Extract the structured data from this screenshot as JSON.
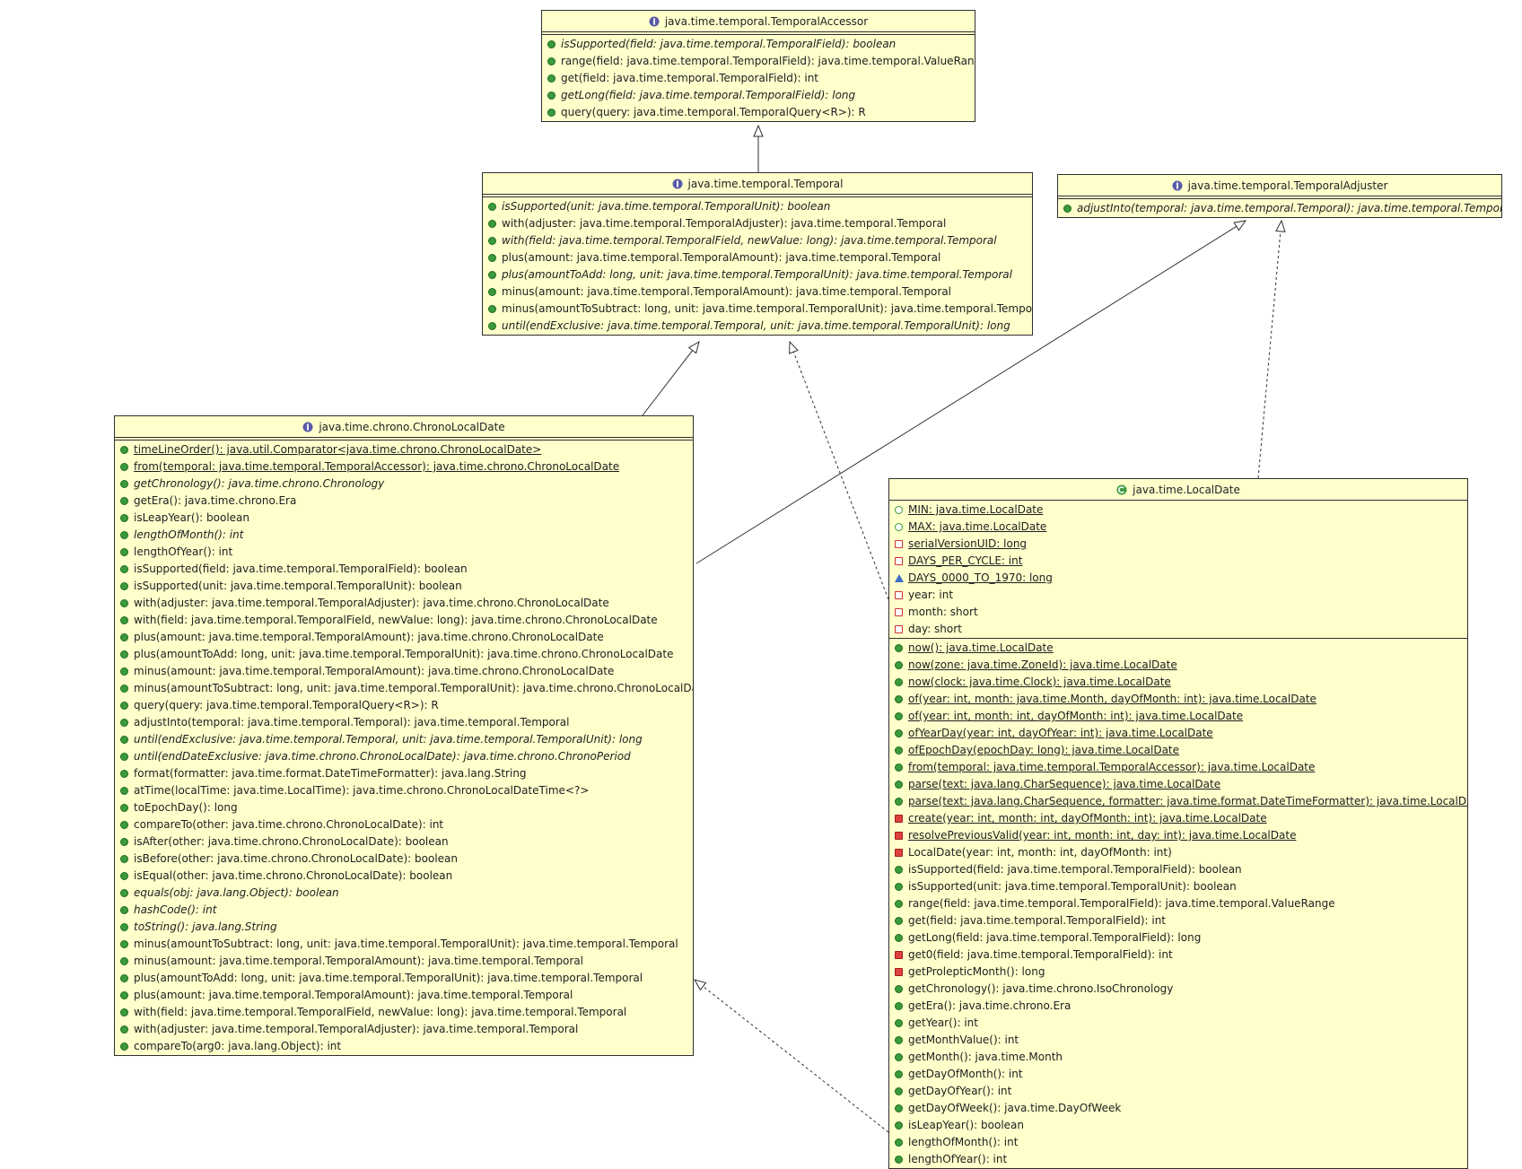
{
  "diagram": {
    "classes": [
      {
        "id": "temporal-accessor",
        "kind": "interface",
        "icon": "interface-icon",
        "name": "java.time.temporal.TemporalAccessor",
        "fields": [],
        "methods": [
          {
            "text": "isSupported(field: java.time.temporal.TemporalField): boolean",
            "vis": "public",
            "abstract": true,
            "static": false
          },
          {
            "text": "range(field: java.time.temporal.TemporalField): java.time.temporal.ValueRange",
            "vis": "public",
            "abstract": false,
            "static": false
          },
          {
            "text": "get(field: java.time.temporal.TemporalField): int",
            "vis": "public",
            "abstract": false,
            "static": false
          },
          {
            "text": "getLong(field: java.time.temporal.TemporalField): long",
            "vis": "public",
            "abstract": true,
            "static": false
          },
          {
            "text": "query(query: java.time.temporal.TemporalQuery<R>): R",
            "vis": "public",
            "abstract": false,
            "static": false
          }
        ]
      },
      {
        "id": "temporal",
        "kind": "interface",
        "icon": "interface-icon",
        "name": "java.time.temporal.Temporal",
        "fields": [],
        "methods": [
          {
            "text": "isSupported(unit: java.time.temporal.TemporalUnit): boolean",
            "vis": "public",
            "abstract": true,
            "static": false
          },
          {
            "text": "with(adjuster: java.time.temporal.TemporalAdjuster): java.time.temporal.Temporal",
            "vis": "public",
            "abstract": false,
            "static": false
          },
          {
            "text": "with(field: java.time.temporal.TemporalField, newValue: long): java.time.temporal.Temporal",
            "vis": "public",
            "abstract": true,
            "static": false
          },
          {
            "text": "plus(amount: java.time.temporal.TemporalAmount): java.time.temporal.Temporal",
            "vis": "public",
            "abstract": false,
            "static": false
          },
          {
            "text": "plus(amountToAdd: long, unit: java.time.temporal.TemporalUnit): java.time.temporal.Temporal",
            "vis": "public",
            "abstract": true,
            "static": false
          },
          {
            "text": "minus(amount: java.time.temporal.TemporalAmount): java.time.temporal.Temporal",
            "vis": "public",
            "abstract": false,
            "static": false
          },
          {
            "text": "minus(amountToSubtract: long, unit: java.time.temporal.TemporalUnit): java.time.temporal.Temporal",
            "vis": "public",
            "abstract": false,
            "static": false
          },
          {
            "text": "until(endExclusive: java.time.temporal.Temporal, unit: java.time.temporal.TemporalUnit): long",
            "vis": "public",
            "abstract": true,
            "static": false
          }
        ]
      },
      {
        "id": "temporal-adjuster",
        "kind": "interface",
        "icon": "interface-icon",
        "name": "java.time.temporal.TemporalAdjuster",
        "fields": [],
        "methods": [
          {
            "text": "adjustInto(temporal: java.time.temporal.Temporal): java.time.temporal.Temporal",
            "vis": "public",
            "abstract": true,
            "static": false
          }
        ]
      },
      {
        "id": "chrono-local-date",
        "kind": "interface",
        "icon": "interface-icon",
        "name": "java.time.chrono.ChronoLocalDate",
        "fields": [],
        "methods": [
          {
            "text": "timeLineOrder(): java.util.Comparator<java.time.chrono.ChronoLocalDate>",
            "vis": "public",
            "abstract": false,
            "static": true
          },
          {
            "text": "from(temporal: java.time.temporal.TemporalAccessor): java.time.chrono.ChronoLocalDate",
            "vis": "public",
            "abstract": false,
            "static": true
          },
          {
            "text": "getChronology(): java.time.chrono.Chronology",
            "vis": "public",
            "abstract": true,
            "static": false
          },
          {
            "text": "getEra(): java.time.chrono.Era",
            "vis": "public",
            "abstract": false,
            "static": false
          },
          {
            "text": "isLeapYear(): boolean",
            "vis": "public",
            "abstract": false,
            "static": false
          },
          {
            "text": "lengthOfMonth(): int",
            "vis": "public",
            "abstract": true,
            "static": false
          },
          {
            "text": "lengthOfYear(): int",
            "vis": "public",
            "abstract": false,
            "static": false
          },
          {
            "text": "isSupported(field: java.time.temporal.TemporalField): boolean",
            "vis": "public",
            "abstract": false,
            "static": false
          },
          {
            "text": "isSupported(unit: java.time.temporal.TemporalUnit): boolean",
            "vis": "public",
            "abstract": false,
            "static": false
          },
          {
            "text": "with(adjuster: java.time.temporal.TemporalAdjuster): java.time.chrono.ChronoLocalDate",
            "vis": "public",
            "abstract": false,
            "static": false
          },
          {
            "text": "with(field: java.time.temporal.TemporalField, newValue: long): java.time.chrono.ChronoLocalDate",
            "vis": "public",
            "abstract": false,
            "static": false
          },
          {
            "text": "plus(amount: java.time.temporal.TemporalAmount): java.time.chrono.ChronoLocalDate",
            "vis": "public",
            "abstract": false,
            "static": false
          },
          {
            "text": "plus(amountToAdd: long, unit: java.time.temporal.TemporalUnit): java.time.chrono.ChronoLocalDate",
            "vis": "public",
            "abstract": false,
            "static": false
          },
          {
            "text": "minus(amount: java.time.temporal.TemporalAmount): java.time.chrono.ChronoLocalDate",
            "vis": "public",
            "abstract": false,
            "static": false
          },
          {
            "text": "minus(amountToSubtract: long, unit: java.time.temporal.TemporalUnit): java.time.chrono.ChronoLocalDate",
            "vis": "public",
            "abstract": false,
            "static": false
          },
          {
            "text": "query(query: java.time.temporal.TemporalQuery<R>): R",
            "vis": "public",
            "abstract": false,
            "static": false
          },
          {
            "text": "adjustInto(temporal: java.time.temporal.Temporal): java.time.temporal.Temporal",
            "vis": "public",
            "abstract": false,
            "static": false
          },
          {
            "text": "until(endExclusive: java.time.temporal.Temporal, unit: java.time.temporal.TemporalUnit): long",
            "vis": "public",
            "abstract": true,
            "static": false
          },
          {
            "text": "until(endDateExclusive: java.time.chrono.ChronoLocalDate): java.time.chrono.ChronoPeriod",
            "vis": "public",
            "abstract": true,
            "static": false
          },
          {
            "text": "format(formatter: java.time.format.DateTimeFormatter): java.lang.String",
            "vis": "public",
            "abstract": false,
            "static": false
          },
          {
            "text": "atTime(localTime: java.time.LocalTime): java.time.chrono.ChronoLocalDateTime<?>",
            "vis": "public",
            "abstract": false,
            "static": false
          },
          {
            "text": "toEpochDay(): long",
            "vis": "public",
            "abstract": false,
            "static": false
          },
          {
            "text": "compareTo(other: java.time.chrono.ChronoLocalDate): int",
            "vis": "public",
            "abstract": false,
            "static": false
          },
          {
            "text": "isAfter(other: java.time.chrono.ChronoLocalDate): boolean",
            "vis": "public",
            "abstract": false,
            "static": false
          },
          {
            "text": "isBefore(other: java.time.chrono.ChronoLocalDate): boolean",
            "vis": "public",
            "abstract": false,
            "static": false
          },
          {
            "text": "isEqual(other: java.time.chrono.ChronoLocalDate): boolean",
            "vis": "public",
            "abstract": false,
            "static": false
          },
          {
            "text": "equals(obj: java.lang.Object): boolean",
            "vis": "public",
            "abstract": true,
            "static": false
          },
          {
            "text": "hashCode(): int",
            "vis": "public",
            "abstract": true,
            "static": false
          },
          {
            "text": "toString(): java.lang.String",
            "vis": "public",
            "abstract": true,
            "static": false
          },
          {
            "text": "minus(amountToSubtract: long, unit: java.time.temporal.TemporalUnit): java.time.temporal.Temporal",
            "vis": "public",
            "abstract": false,
            "static": false
          },
          {
            "text": "minus(amount: java.time.temporal.TemporalAmount): java.time.temporal.Temporal",
            "vis": "public",
            "abstract": false,
            "static": false
          },
          {
            "text": "plus(amountToAdd: long, unit: java.time.temporal.TemporalUnit): java.time.temporal.Temporal",
            "vis": "public",
            "abstract": false,
            "static": false
          },
          {
            "text": "plus(amount: java.time.temporal.TemporalAmount): java.time.temporal.Temporal",
            "vis": "public",
            "abstract": false,
            "static": false
          },
          {
            "text": "with(field: java.time.temporal.TemporalField, newValue: long): java.time.temporal.Temporal",
            "vis": "public",
            "abstract": false,
            "static": false
          },
          {
            "text": "with(adjuster: java.time.temporal.TemporalAdjuster): java.time.temporal.Temporal",
            "vis": "public",
            "abstract": false,
            "static": false
          },
          {
            "text": "compareTo(arg0: java.lang.Object): int",
            "vis": "public",
            "abstract": false,
            "static": false
          }
        ]
      },
      {
        "id": "local-date",
        "kind": "class",
        "icon": "class-icon",
        "name": "java.time.LocalDate",
        "fields": [
          {
            "text": "MIN: java.time.LocalDate",
            "vis": "public-field",
            "static": true
          },
          {
            "text": "MAX: java.time.LocalDate",
            "vis": "public-field",
            "static": true
          },
          {
            "text": "serialVersionUID: long",
            "vis": "private",
            "static": true
          },
          {
            "text": "DAYS_PER_CYCLE: int",
            "vis": "private",
            "static": true
          },
          {
            "text": "DAYS_0000_TO_1970: long",
            "vis": "package",
            "static": true
          },
          {
            "text": "year: int",
            "vis": "private",
            "static": false
          },
          {
            "text": "month: short",
            "vis": "private",
            "static": false
          },
          {
            "text": "day: short",
            "vis": "private",
            "static": false
          }
        ],
        "methods": [
          {
            "text": "now(): java.time.LocalDate",
            "vis": "public",
            "abstract": false,
            "static": true
          },
          {
            "text": "now(zone: java.time.ZoneId): java.time.LocalDate",
            "vis": "public",
            "abstract": false,
            "static": true
          },
          {
            "text": "now(clock: java.time.Clock): java.time.LocalDate",
            "vis": "public",
            "abstract": false,
            "static": true
          },
          {
            "text": "of(year: int, month: java.time.Month, dayOfMonth: int): java.time.LocalDate",
            "vis": "public",
            "abstract": false,
            "static": true
          },
          {
            "text": "of(year: int, month: int, dayOfMonth: int): java.time.LocalDate",
            "vis": "public",
            "abstract": false,
            "static": true
          },
          {
            "text": "ofYearDay(year: int, dayOfYear: int): java.time.LocalDate",
            "vis": "public",
            "abstract": false,
            "static": true
          },
          {
            "text": "ofEpochDay(epochDay: long): java.time.LocalDate",
            "vis": "public",
            "abstract": false,
            "static": true
          },
          {
            "text": "from(temporal: java.time.temporal.TemporalAccessor): java.time.LocalDate",
            "vis": "public",
            "abstract": false,
            "static": true
          },
          {
            "text": "parse(text: java.lang.CharSequence): java.time.LocalDate",
            "vis": "public",
            "abstract": false,
            "static": true
          },
          {
            "text": "parse(text: java.lang.CharSequence, formatter: java.time.format.DateTimeFormatter): java.time.LocalDate",
            "vis": "public",
            "abstract": false,
            "static": true
          },
          {
            "text": "create(year: int, month: int, dayOfMonth: int): java.time.LocalDate",
            "vis": "private-method",
            "abstract": false,
            "static": true
          },
          {
            "text": "resolvePreviousValid(year: int, month: int, day: int): java.time.LocalDate",
            "vis": "private-method",
            "abstract": false,
            "static": true
          },
          {
            "text": "LocalDate(year: int, month: int, dayOfMonth: int)",
            "vis": "private-method",
            "abstract": false,
            "static": false
          },
          {
            "text": "isSupported(field: java.time.temporal.TemporalField): boolean",
            "vis": "public",
            "abstract": false,
            "static": false
          },
          {
            "text": "isSupported(unit: java.time.temporal.TemporalUnit): boolean",
            "vis": "public",
            "abstract": false,
            "static": false
          },
          {
            "text": "range(field: java.time.temporal.TemporalField): java.time.temporal.ValueRange",
            "vis": "public",
            "abstract": false,
            "static": false
          },
          {
            "text": "get(field: java.time.temporal.TemporalField): int",
            "vis": "public",
            "abstract": false,
            "static": false
          },
          {
            "text": "getLong(field: java.time.temporal.TemporalField): long",
            "vis": "public",
            "abstract": false,
            "static": false
          },
          {
            "text": "get0(field: java.time.temporal.TemporalField): int",
            "vis": "private-method",
            "abstract": false,
            "static": false
          },
          {
            "text": "getProlepticMonth(): long",
            "vis": "private-method",
            "abstract": false,
            "static": false
          },
          {
            "text": "getChronology(): java.time.chrono.IsoChronology",
            "vis": "public",
            "abstract": false,
            "static": false
          },
          {
            "text": "getEra(): java.time.chrono.Era",
            "vis": "public",
            "abstract": false,
            "static": false
          },
          {
            "text": "getYear(): int",
            "vis": "public",
            "abstract": false,
            "static": false
          },
          {
            "text": "getMonthValue(): int",
            "vis": "public",
            "abstract": false,
            "static": false
          },
          {
            "text": "getMonth(): java.time.Month",
            "vis": "public",
            "abstract": false,
            "static": false
          },
          {
            "text": "getDayOfMonth(): int",
            "vis": "public",
            "abstract": false,
            "static": false
          },
          {
            "text": "getDayOfYear(): int",
            "vis": "public",
            "abstract": false,
            "static": false
          },
          {
            "text": "getDayOfWeek(): java.time.DayOfWeek",
            "vis": "public",
            "abstract": false,
            "static": false
          },
          {
            "text": "isLeapYear(): boolean",
            "vis": "public",
            "abstract": false,
            "static": false
          },
          {
            "text": "lengthOfMonth(): int",
            "vis": "public",
            "abstract": false,
            "static": false
          },
          {
            "text": "lengthOfYear(): int",
            "vis": "public",
            "abstract": false,
            "static": false
          }
        ]
      }
    ],
    "relations": [
      {
        "from": "temporal",
        "to": "temporal-accessor",
        "type": "generalization"
      },
      {
        "from": "chrono-local-date",
        "to": "temporal",
        "type": "generalization"
      },
      {
        "from": "chrono-local-date",
        "to": "temporal-adjuster",
        "type": "generalization"
      },
      {
        "from": "local-date",
        "to": "temporal",
        "type": "realization"
      },
      {
        "from": "local-date",
        "to": "temporal-adjuster",
        "type": "realization"
      },
      {
        "from": "local-date",
        "to": "chrono-local-date",
        "type": "realization"
      }
    ],
    "colors": {
      "box_fill": "#ffffcc",
      "border": "#2f2f2f",
      "public": "#3b9a3b",
      "private": "#cc3333",
      "package": "#3b6fc4",
      "interface_icon": "#5a5aa8",
      "class_icon": "#3c9a3c"
    }
  }
}
